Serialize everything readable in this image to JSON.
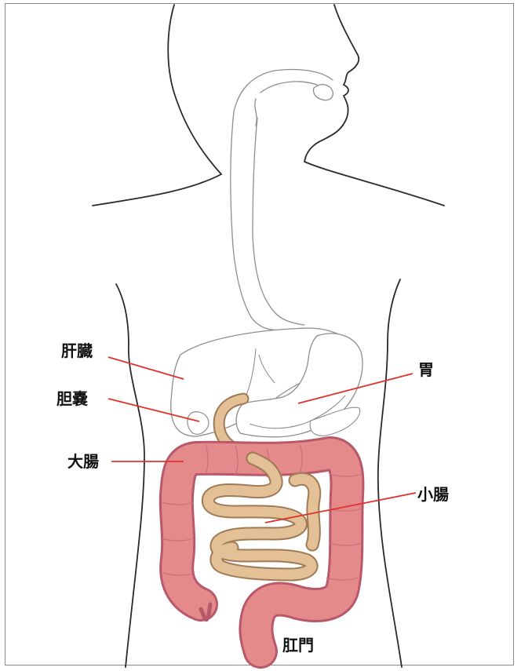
{
  "labels": {
    "liver": "肝臓",
    "gallbladder": "胆嚢",
    "large_intestine": "大腸",
    "stomach": "胃",
    "small_intestine": "小腸",
    "anus": "肛門"
  },
  "colors": {
    "outline": "#2a2a2a",
    "organ_outline": "#8d8d8d",
    "leader_line": "#e0322d",
    "large_intestine_fill": "#e58a8a",
    "large_intestine_edge": "#b9586a",
    "small_intestine_fill": "#e3c096",
    "small_intestine_edge": "#9f7a55",
    "frame": "#8a8a8a"
  }
}
